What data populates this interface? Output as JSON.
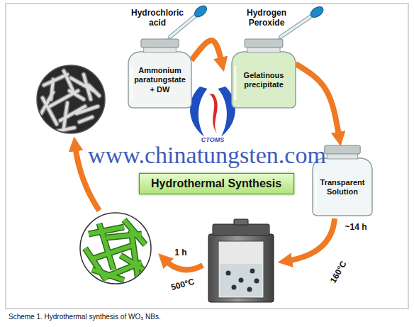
{
  "diagram": {
    "caption": "Scheme 1. Hydrothermal synthesis of WO₃ NBs.",
    "nodes": [
      {
        "text": [
          "Ammonium paratungstate + DW"
        ]
      },
      {
        "text": [
          "Gelatinous precipitate"
        ]
      },
      {
        "text": [
          "Transparent Solution"
        ]
      },
      {
        "text": [
          "Hydrothermal Synthesis"
        ]
      }
    ],
    "edges": [
      {
        "from": 0,
        "to": 1,
        "arrow": "to"
      },
      {
        "from": 1,
        "to": 2,
        "arrow": "to"
      }
    ],
    "labels": [
      "Hydrochloric acid",
      "Hydrogen Peroxide",
      "CTOMS",
      "www.chinatungsten.com",
      "~14 h",
      "160°C",
      "1 h",
      "500°C"
    ]
  }
}
